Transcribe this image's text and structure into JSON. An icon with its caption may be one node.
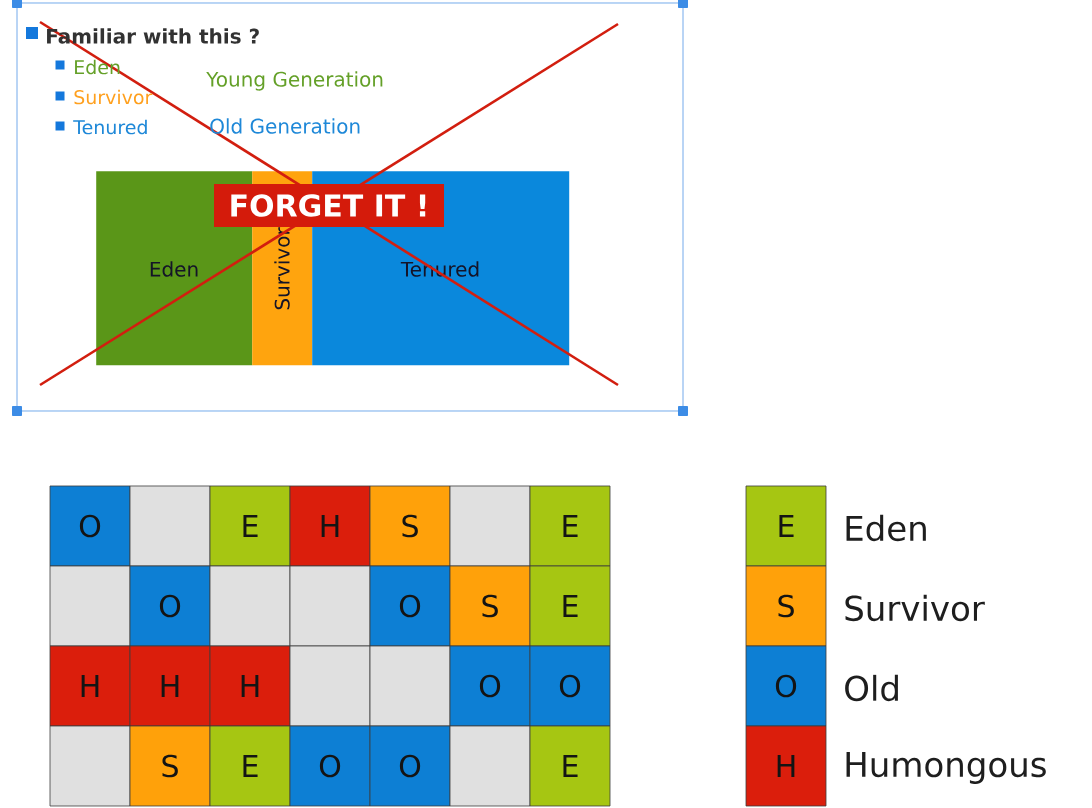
{
  "diagram": {
    "nodes": [
      {
        "text": [
          "FORGET IT !"
        ]
      },
      {
        "text": [
          "Eden"
        ]
      },
      {
        "text": [
          "Survivor"
        ]
      },
      {
        "text": [
          "Tenured"
        ]
      },
      {
        "text": [
          "O"
        ]
      },
      {
        "text": [],
        "shape": "box"
      },
      {
        "text": [
          "E"
        ]
      },
      {
        "text": [
          "H"
        ]
      },
      {
        "text": [
          "S"
        ]
      },
      {
        "text": [],
        "shape": "box"
      },
      {
        "text": [
          "E"
        ]
      },
      {
        "text": [],
        "shape": "box"
      },
      {
        "text": [
          "O"
        ]
      },
      {
        "text": [],
        "shape": "box"
      },
      {
        "text": [],
        "shape": "box"
      },
      {
        "text": [
          "O"
        ]
      },
      {
        "text": [
          "S"
        ]
      },
      {
        "text": [
          "E"
        ]
      },
      {
        "text": [
          "H"
        ]
      },
      {
        "text": [
          "H"
        ]
      },
      {
        "text": [
          "H"
        ]
      },
      {
        "text": [],
        "shape": "box"
      },
      {
        "text": [],
        "shape": "box"
      },
      {
        "text": [
          "O"
        ]
      },
      {
        "text": [
          "O"
        ]
      },
      {
        "text": [],
        "shape": "box"
      },
      {
        "text": [
          "S"
        ]
      },
      {
        "text": [
          "E"
        ]
      },
      {
        "text": [
          "O"
        ]
      },
      {
        "text": [
          "O"
        ]
      },
      {
        "text": [],
        "shape": "box"
      },
      {
        "text": [
          "E"
        ]
      }
    ],
    "labels": [
      "Familiar with this ?",
      "Eden",
      "Young Generation",
      "Survivor",
      "Tenured",
      "Old Generation",
      "E",
      "S",
      "O",
      "H"
    ],
    "legend": [
      {
        "text": "Eden",
        "color": "#a6c612"
      },
      {
        "text": "Survivor",
        "color": "#ffa10a"
      },
      {
        "text": "Old",
        "color": "#0d7fd4"
      },
      {
        "text": "Humongous",
        "color": "#db1e0c"
      }
    ]
  }
}
